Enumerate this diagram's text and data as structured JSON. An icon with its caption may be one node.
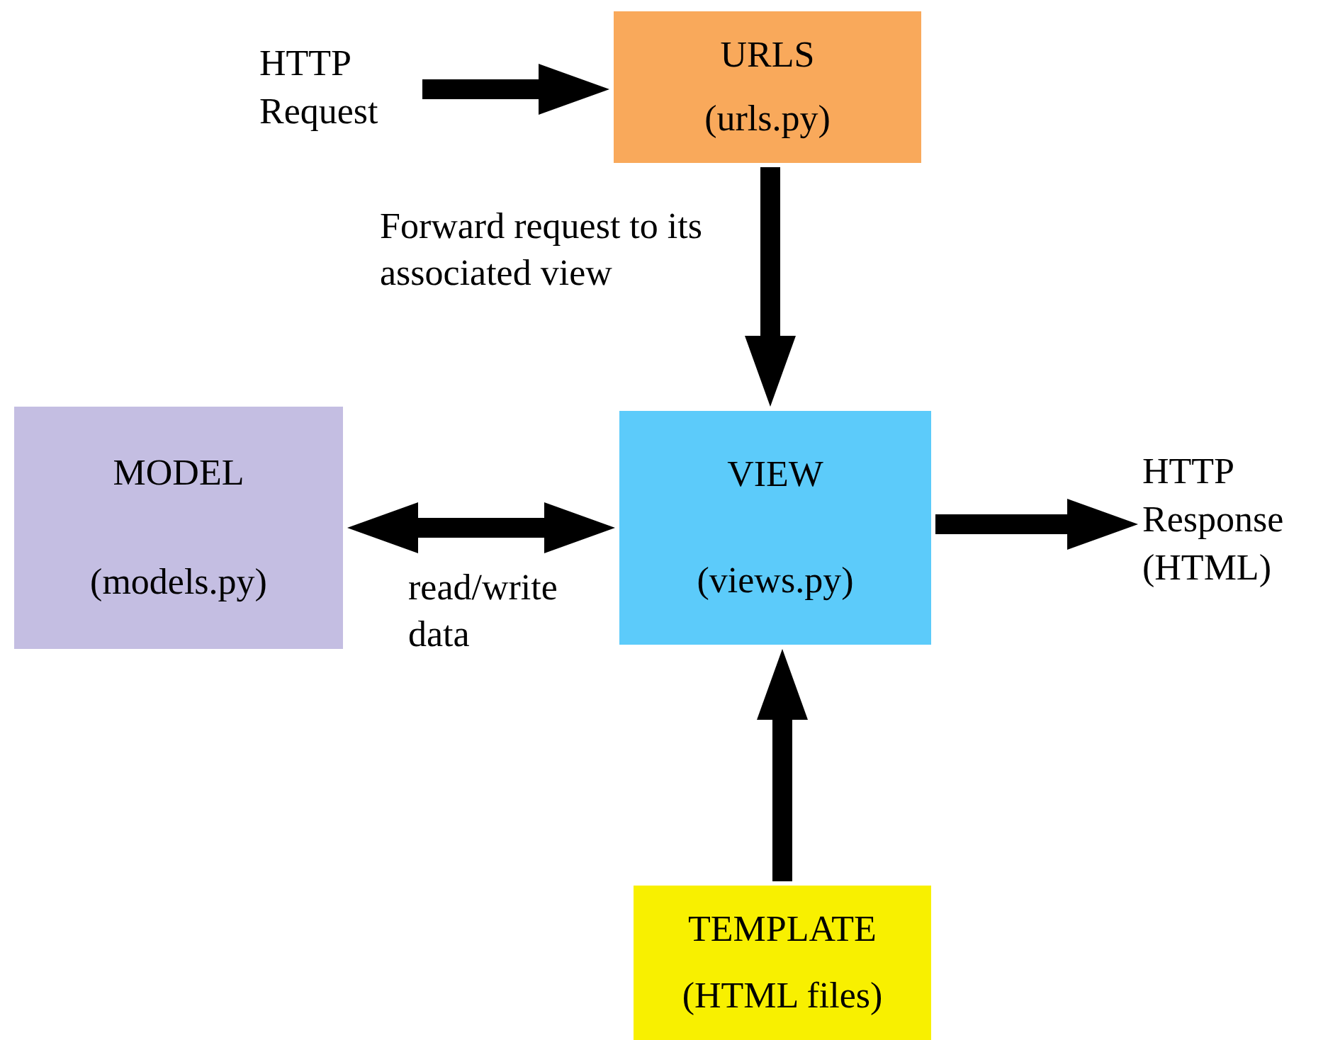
{
  "diagram": {
    "nodes": [
      {
        "text": [
          "HTTP Request"
        ]
      },
      {
        "text": [
          "URLS",
          "(urls.py)"
        ]
      },
      {
        "text": [
          "MODEL",
          "(models.py)"
        ]
      },
      {
        "text": [
          "VIEW",
          "(views.py)"
        ]
      },
      {
        "text": [
          "HTTP Response (HTML)"
        ]
      },
      {
        "text": [
          "TEMPLATE",
          "(HTML files)"
        ]
      }
    ],
    "edges": [
      {
        "from": 0,
        "to": 1,
        "arrow": "to"
      },
      {
        "from": 1,
        "to": 3,
        "arrow": "to",
        "label": "Forward request to its associated view"
      },
      {
        "from": 2,
        "to": 3,
        "arrow": "both",
        "label": "read/write data"
      },
      {
        "from": 3,
        "to": 4,
        "arrow": "to"
      },
      {
        "from": 5,
        "to": 3,
        "arrow": "to"
      }
    ]
  }
}
